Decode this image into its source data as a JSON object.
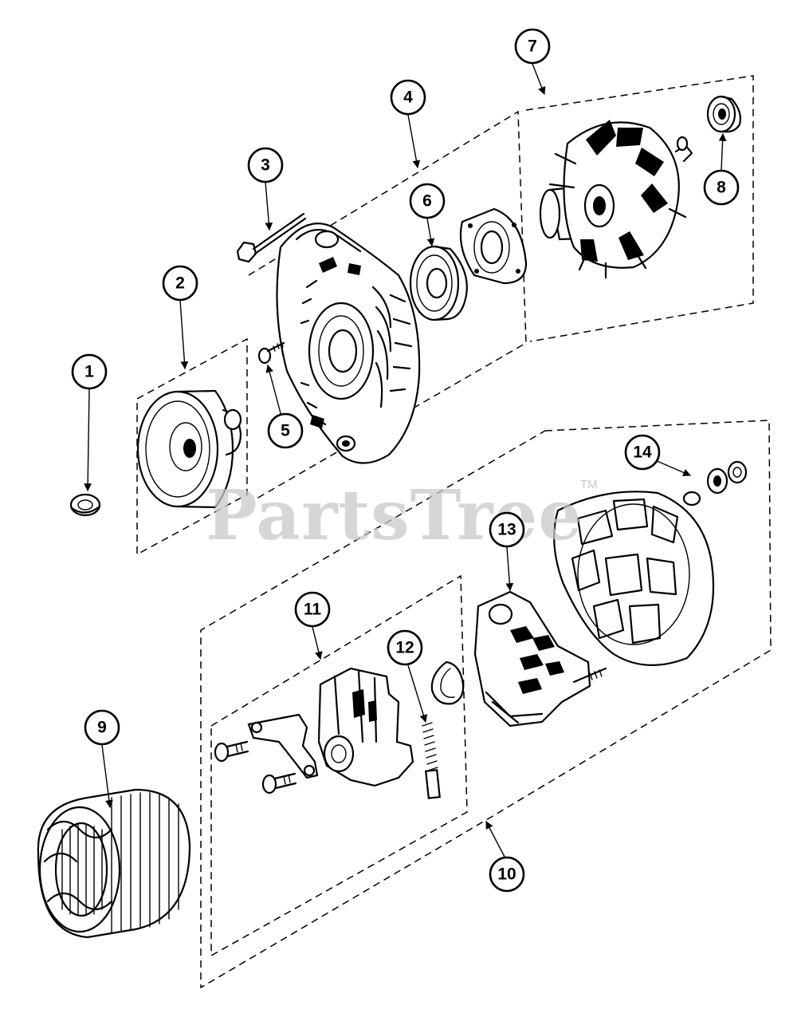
{
  "watermark": {
    "text": "PartsTree",
    "mark": "TM"
  },
  "callouts": [
    {
      "number": "1"
    },
    {
      "number": "2"
    },
    {
      "number": "3"
    },
    {
      "number": "4"
    },
    {
      "number": "5"
    },
    {
      "number": "6"
    },
    {
      "number": "7"
    },
    {
      "number": "8"
    },
    {
      "number": "9"
    },
    {
      "number": "10"
    },
    {
      "number": "11"
    },
    {
      "number": "12"
    },
    {
      "number": "13"
    },
    {
      "number": "14"
    }
  ]
}
